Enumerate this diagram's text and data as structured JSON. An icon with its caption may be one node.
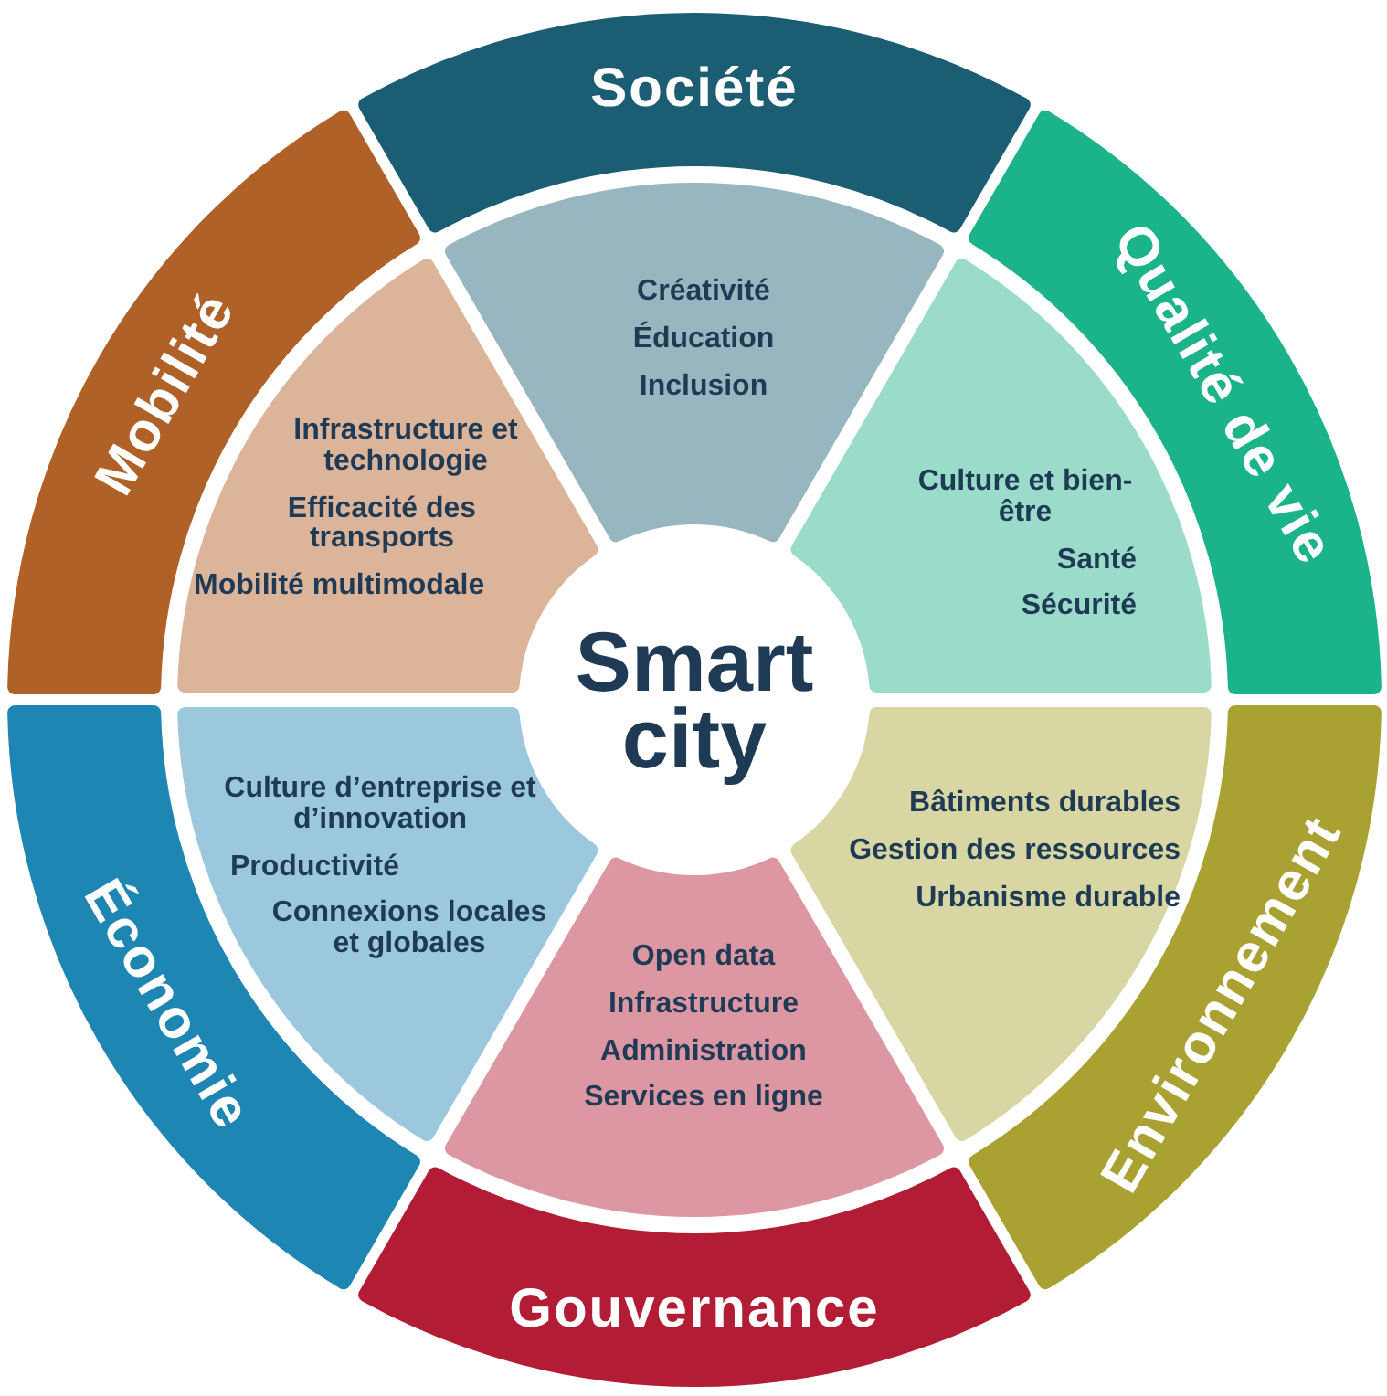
{
  "diagram": {
    "nodes": [
      {
        "text": [
          "Smart city"
        ]
      },
      {
        "text": [
          "Société"
        ]
      },
      {
        "text": [
          "Créativité",
          "Éducation",
          "Inclusion"
        ]
      },
      {
        "text": [
          "Qualité de vie"
        ]
      },
      {
        "text": [
          "Culture et bien-être",
          "Santé",
          "Sécurité"
        ]
      },
      {
        "text": [
          "Environnement"
        ]
      },
      {
        "text": [
          "Bâtiments durables",
          "Gestion des ressources",
          "Urbanisme durable"
        ]
      },
      {
        "text": [
          "Gouvernance"
        ]
      },
      {
        "text": [
          "Open data",
          "Infrastructure",
          "Administration",
          "Services en ligne"
        ]
      },
      {
        "text": [
          "Économie"
        ]
      },
      {
        "text": [
          "Culture d’entreprise et d’innovation",
          "Productivité",
          "Connexions locales et globales"
        ]
      },
      {
        "text": [
          "Mobilité"
        ]
      },
      {
        "text": [
          "Infrastructure et technologie",
          "Efficacité des transports",
          "Mobilité multimodale"
        ]
      }
    ],
    "edges": []
  }
}
